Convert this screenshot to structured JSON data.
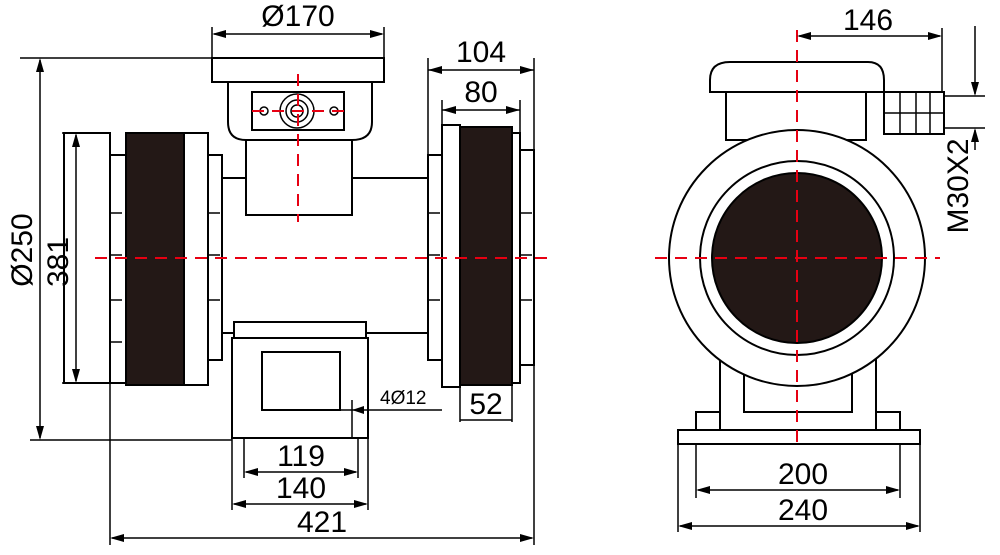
{
  "colors": {
    "outline": "#000000",
    "solid_fill": "#231816",
    "centerline": "#e60012",
    "background": "#ffffff"
  },
  "dimensions": {
    "top_dia": "Ø170",
    "flange_width": "104",
    "flange_inner": "80",
    "outer_dia": "Ø250",
    "height": "381",
    "hole_note": "4Ø12",
    "flange_base": "52",
    "base_inner": "119",
    "base_outer": "140",
    "total_length": "421",
    "side_offset": "146",
    "thread": "M30X2",
    "side_base_inner": "200",
    "side_base_outer": "240"
  }
}
